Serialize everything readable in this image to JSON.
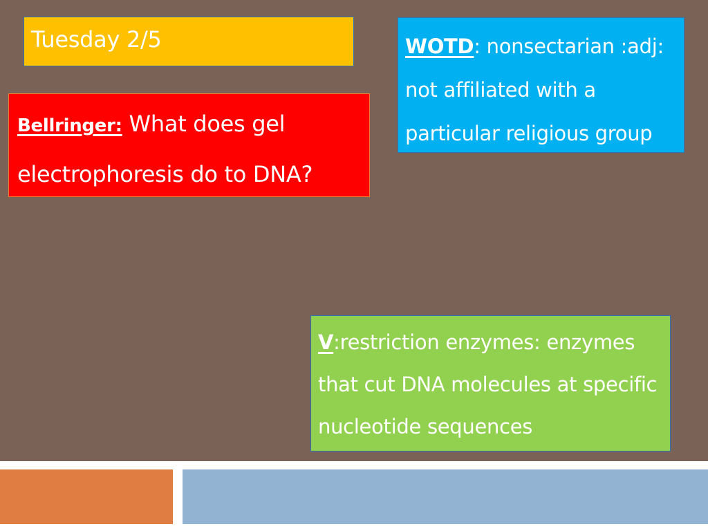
{
  "date_box": {
    "text": "Tuesday 2/5",
    "fill": "#ffc000"
  },
  "wotd_box": {
    "label": "WOTD",
    "text": ": nonsectarian :adj: not affiliated with a particular religious group",
    "fill": "#00b0f0"
  },
  "bellringer_box": {
    "label": "Bellringer:",
    "question": " What does gel electrophoresis do to DNA?",
    "fill": "#ff0000"
  },
  "vocab_box": {
    "label": "V",
    "text": ":restriction enzymes: enzymes that cut DNA molecules at specific nucleotide sequences",
    "fill": "#92d050"
  },
  "colors": {
    "background": "#7a6256",
    "footer_orange": "#e07d42",
    "footer_blue": "#92b4d2"
  }
}
